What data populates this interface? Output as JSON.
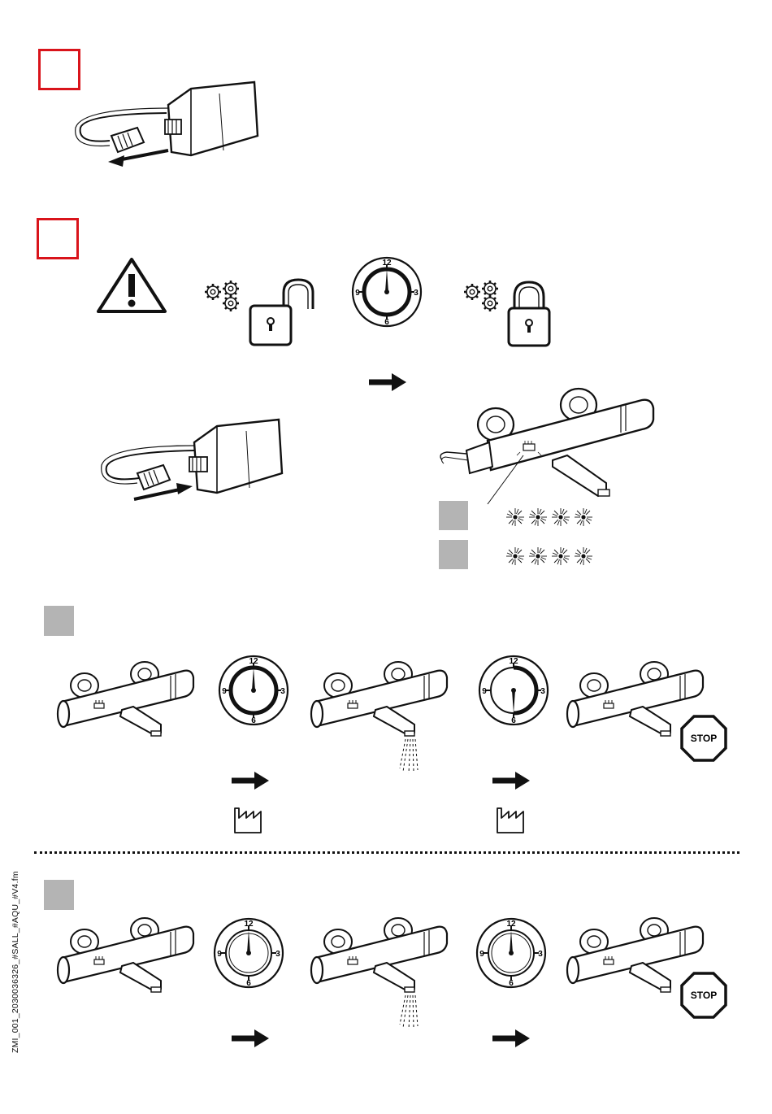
{
  "steps": {
    "red_1": {
      "label": "",
      "color": "#d9141b"
    },
    "red_2": {
      "label": "",
      "color": "#d9141b"
    },
    "grey_led_1": {
      "label": ""
    },
    "grey_led_2": {
      "label": ""
    },
    "grey_3": {
      "label": ""
    },
    "grey_4": {
      "label": ""
    }
  },
  "clocks": {
    "c1": {
      "n12": "12",
      "n3": "3",
      "n6": "6",
      "n9": "9"
    },
    "c2": {
      "n12": "12",
      "n3": "3",
      "n6": "6",
      "n9": "9"
    },
    "c3": {
      "n12": "12",
      "n3": "3",
      "n6": "6",
      "n9": "9"
    },
    "c4": {
      "n12": "12",
      "n3": "3",
      "n6": "6",
      "n9": "9"
    },
    "c5": {
      "n12": "12",
      "n3": "3",
      "n6": "6",
      "n9": "9"
    }
  },
  "stop_signs": {
    "s1": "STOP",
    "s2": "STOP"
  },
  "icons": [
    "warning-triangle-icon",
    "gears-icon",
    "padlock-open-icon",
    "padlock-closed-icon",
    "arrow-right-icon",
    "factory-icon",
    "led-blink-icon",
    "stop-sign-icon",
    "water-spray-icon"
  ],
  "footer": {
    "file_id": "ZMI_001_2030036326_#SALL_#AQU_#V4.fm"
  }
}
